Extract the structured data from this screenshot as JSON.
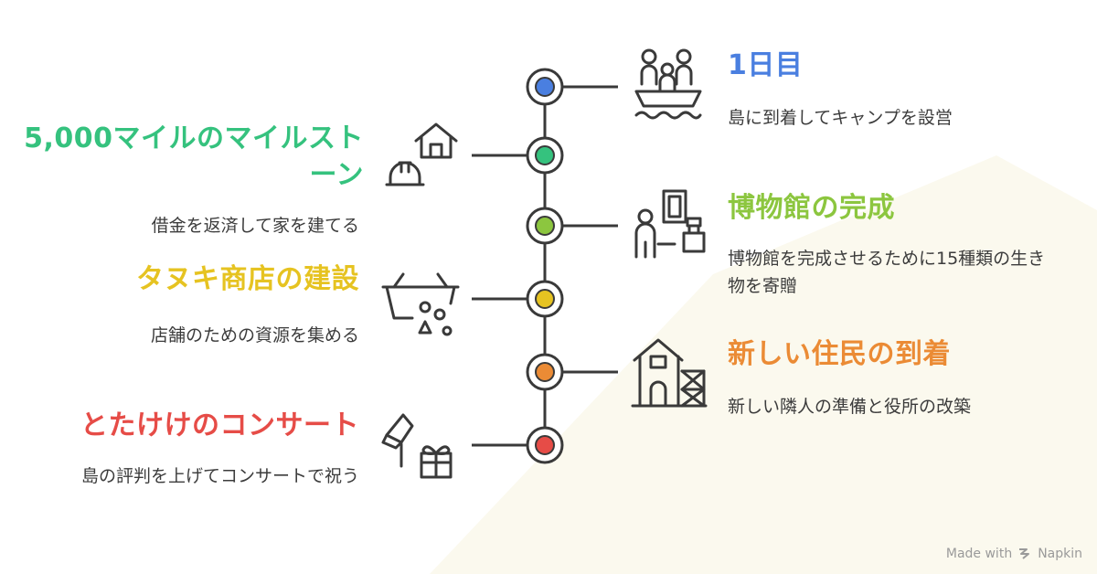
{
  "colors": {
    "line": "#3a3a3a",
    "blue": "#4a7fe0",
    "green": "#35c27e",
    "lime": "#8cc63f",
    "yellow": "#e6c321",
    "orange": "#eb8b35",
    "red": "#e64c47",
    "backdrop": "#fbf9ee"
  },
  "events": [
    {
      "title": "1日目",
      "description": "島に到着してキャンプを設営",
      "color": "#4a7fe0",
      "icon": "boat-people-icon"
    },
    {
      "title": "5,000マイルのマイルストーン",
      "description": "借金を返済して家を建てる",
      "color": "#35c27e",
      "icon": "house-construction-icon"
    },
    {
      "title": "博物館の完成",
      "description": "博物館を完成させるために15種類の生き物を寄贈",
      "color": "#8cc63f",
      "icon": "museum-donation-icon"
    },
    {
      "title": "タヌキ商店の建設",
      "description": "店舗のための資源を集める",
      "color": "#e6c321",
      "icon": "basket-resources-icon"
    },
    {
      "title": "新しい住民の到着",
      "description": "新しい隣人の準備と役所の改築",
      "color": "#eb8b35",
      "icon": "building-scaffold-icon"
    },
    {
      "title": "とたけけのコンサート",
      "description": "島の評判を上げてコンサートで祝う",
      "color": "#e64c47",
      "icon": "concert-gift-icon"
    }
  ],
  "watermark": {
    "prefix": "Made with",
    "brand": "Napkin"
  }
}
